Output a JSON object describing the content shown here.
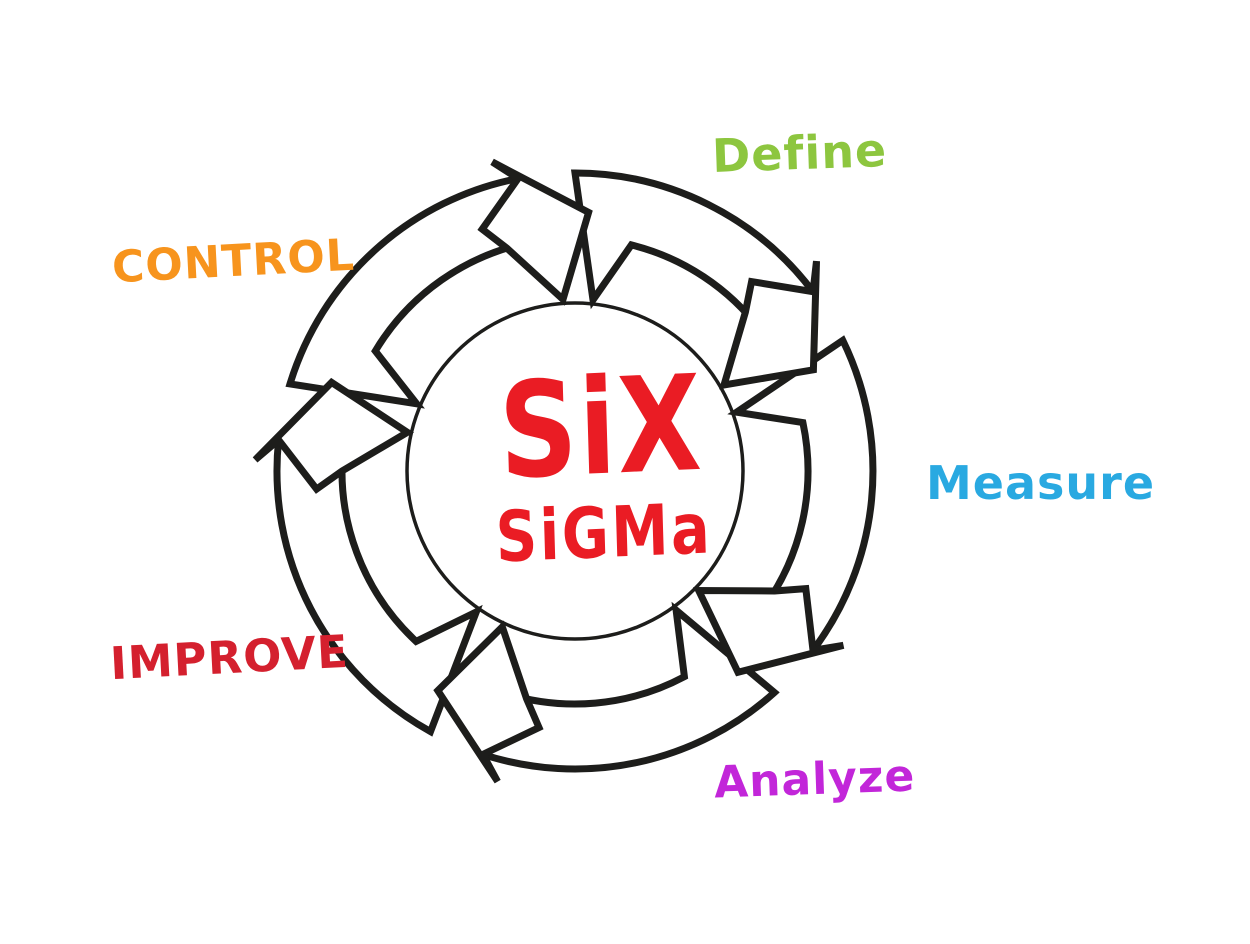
{
  "diagram": {
    "type": "cycle",
    "background": "#ffffff",
    "ring": {
      "stroke": "#1d1d1b",
      "outer_arrow_fill": "#ffffff",
      "outer_arrow_count": 5,
      "outer_direction": "clockwise",
      "inner_shape": "thin-circle"
    },
    "center": {
      "line1": "SiX",
      "line2": "SiGMa",
      "color": "#ea1c24"
    },
    "phases": [
      {
        "id": "define",
        "label": "Define",
        "color": "#8dc63f",
        "position": "top-right"
      },
      {
        "id": "measure",
        "label": "Measure",
        "color": "#29a9e1",
        "position": "right"
      },
      {
        "id": "analyze",
        "label": "Analyze",
        "color": "#c226d9",
        "position": "bottom-right"
      },
      {
        "id": "improve",
        "label": "IMPROVE",
        "color": "#d4202e",
        "position": "bottom-left"
      },
      {
        "id": "control",
        "label": "CONTROL",
        "color": "#f7941d",
        "position": "top-left"
      }
    ]
  }
}
